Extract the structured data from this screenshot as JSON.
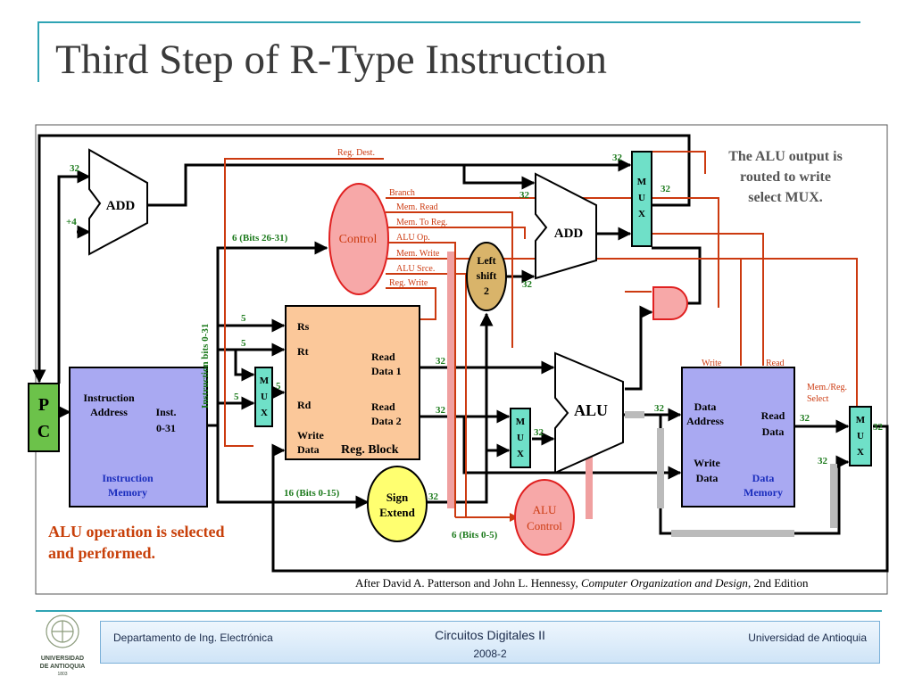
{
  "slide": {
    "title": "Third Step of R-Type Instruction",
    "callout": "The ALU output is routed to write select MUX.",
    "callout_lines": [
      "The ALU output is",
      "routed to write",
      "select MUX."
    ],
    "note_lines": [
      "ALU operation is selected",
      "and performed."
    ],
    "credit_prefix": "After David A. Patterson and John L. Hennessy, ",
    "credit_book": "Computer Organization and Design",
    "credit_suffix": ", 2nd Edition"
  },
  "diagram": {
    "pc": [
      "P",
      "C"
    ],
    "add1": "ADD",
    "add2": "ADD",
    "control": "Control",
    "alu": "ALU",
    "alu_control": [
      "ALU",
      "Control"
    ],
    "left_shift": [
      "Left",
      "shift",
      "2"
    ],
    "sign_extend": [
      "Sign",
      "Extend"
    ],
    "mux": [
      "M",
      "U",
      "X"
    ],
    "instr_mem": {
      "address": [
        "Instruction",
        "Address"
      ],
      "inst": [
        "Inst.",
        "0-31"
      ],
      "name": [
        "Instruction",
        "Memory"
      ]
    },
    "reg_block": {
      "rs": "Rs",
      "rt": "Rt",
      "rd": "Rd",
      "write_data": [
        "Write",
        "Data"
      ],
      "read1": [
        "Read",
        "Data 1"
      ],
      "read2": [
        "Read",
        "Data 2"
      ],
      "name": "Reg. Block"
    },
    "data_mem": {
      "address": [
        "Data",
        "Address"
      ],
      "read": [
        "Read",
        "Data"
      ],
      "write_data": [
        "Write",
        "Data"
      ],
      "name": [
        "Data",
        "Memory"
      ],
      "write_label": "Write",
      "read_label": "Read"
    },
    "control_signals": [
      "Reg. Dest.",
      "Branch",
      "Mem. Read",
      "Mem. To Reg.",
      "ALU Op.",
      "Mem. Write",
      "ALU Srce.",
      "Reg. Write"
    ],
    "mem_reg_select": [
      "Mem./Reg.",
      "Select"
    ],
    "bus_labels": {
      "b32": "32",
      "b5": "5",
      "plus4": "+4",
      "bits_26_31": "6 (Bits 26-31)",
      "bits_0_15": "16 (Bits 0-15)",
      "bits_0_5": "6 (Bits 0-5)",
      "instr_bits": "Instruction bits 0-31"
    }
  },
  "footer": {
    "left": "Departamento de Ing. Electrónica",
    "center": "Circuitos Digitales II",
    "center_sub": "2008-2",
    "right": "Universidad de Antioquia"
  },
  "logo": {
    "line1": "UNIVERSIDAD",
    "line2": "DE ANTIOQUIA",
    "line3": "1803"
  },
  "colors": {
    "accent": "#2fa4b4",
    "control_wire": "#cc3a10",
    "mux_fill": "#6fe0c8",
    "control_fill": "#f7a8a8",
    "reg_fill": "#fbc89a",
    "mem_fill": "#a9a9f2",
    "pc_fill": "#6cc24a",
    "sign_fill": "#ffff70",
    "shift_fill": "#d9b46a",
    "note_text": "#c8400a"
  }
}
